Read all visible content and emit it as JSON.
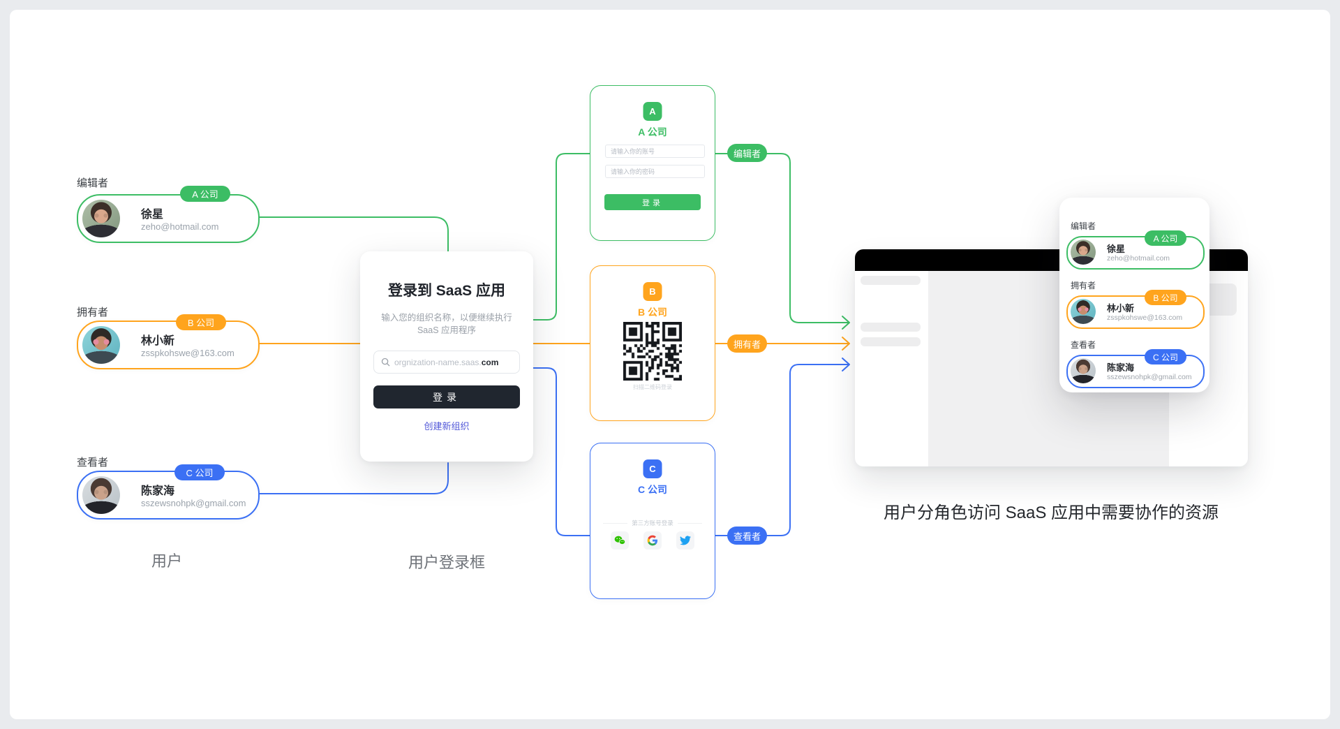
{
  "colors": {
    "green": "#3CBD64",
    "orange": "#FFA41D",
    "blue": "#3B70F4",
    "dark_button": "#20262F",
    "link": "#5157D8",
    "window_titlebar": "#000000"
  },
  "captions": {
    "left": "用户",
    "center": "用户登录框",
    "right": "用户分角色访问 SaaS 应用中需要协作的资源"
  },
  "users": [
    {
      "role": "编辑者",
      "name": "徐星",
      "email": "zeho@hotmail.com",
      "company": "A 公司"
    },
    {
      "role": "拥有者",
      "name": "林小新",
      "email": "zsspkohswe@163.com",
      "company": "B 公司"
    },
    {
      "role": "查看者",
      "name": "陈家海",
      "email": "sszewsnohpk@gmail.com",
      "company": "C 公司"
    }
  ],
  "dialog": {
    "title": "登录到 SaaS 应用",
    "subtitle": "输入您的组织名称，以便继续执行 SaaS 应用程序",
    "input_placeholder_prefix": "orgnization-name.saas.",
    "input_placeholder_bold": "com",
    "login_button": "登录",
    "create_link": "创建新组织"
  },
  "companies": [
    {
      "letter": "A",
      "name": "A 公司",
      "account_placeholder": "请输入你的账号",
      "password_placeholder": "请输入你的密码",
      "login_button": "登录"
    },
    {
      "letter": "B",
      "name": "B 公司",
      "qr_caption": "扫描二维码登录"
    },
    {
      "letter": "C",
      "name": "C 公司",
      "divider": "第三方账号登录",
      "social_icons": [
        "wechat",
        "google",
        "twitter"
      ]
    }
  ],
  "flow": {
    "badges": [
      "编辑者",
      "拥有者",
      "查看者"
    ]
  }
}
